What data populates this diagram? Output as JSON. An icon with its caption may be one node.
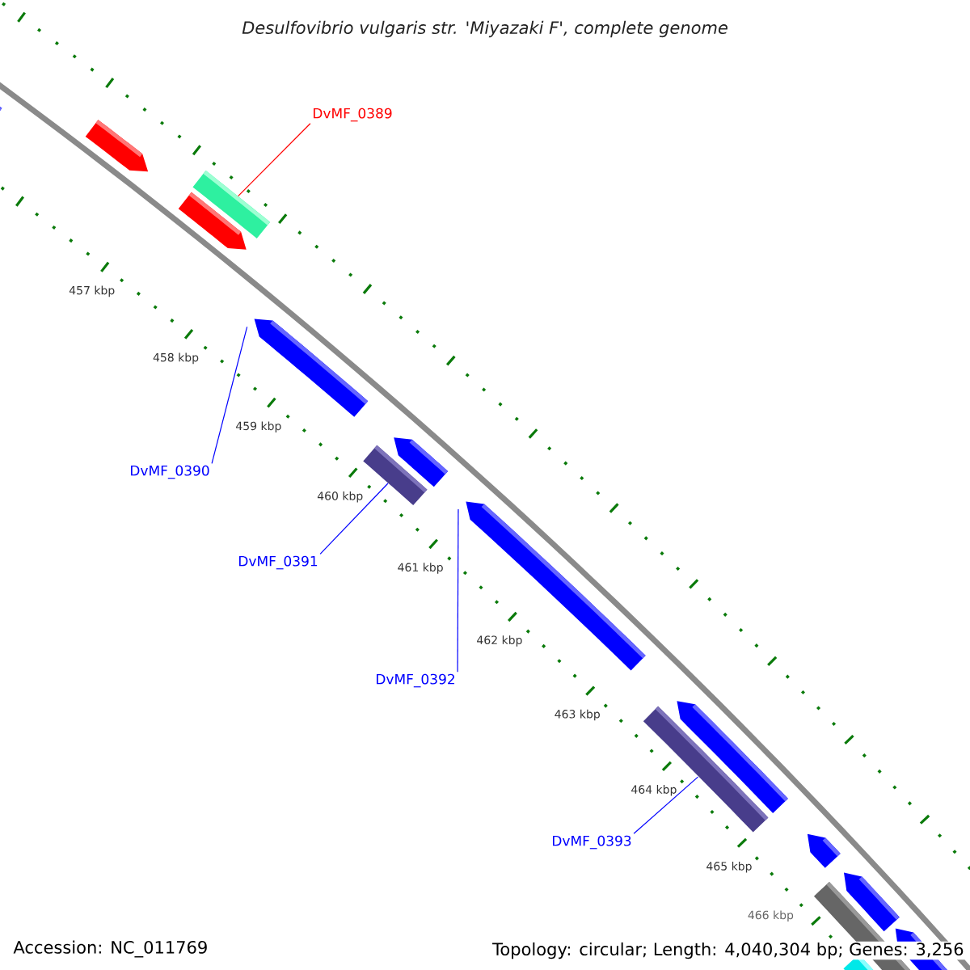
{
  "diagram": {
    "title": "Desulfovibrio vulgaris str. 'Miyazaki F', complete genome",
    "nodes": [
      {
        "text": [
          "DvMF_0389"
        ]
      },
      {
        "text": [],
        "shape": "bar"
      },
      {
        "text": [
          "DvMF_0390"
        ]
      },
      {
        "text": [],
        "shape": "arrow"
      },
      {
        "text": [
          "DvMF_0391"
        ]
      },
      {
        "text": [],
        "shape": "bar"
      },
      {
        "text": [
          "DvMF_0392"
        ]
      },
      {
        "text": [],
        "shape": "arrow"
      },
      {
        "text": [
          "DvMF_0393"
        ]
      },
      {
        "text": [],
        "shape": "bar"
      }
    ],
    "edges": [
      {
        "from": 0,
        "to": 1,
        "arrow": "none",
        "color": "#ff0000"
      },
      {
        "from": 2,
        "to": 3,
        "arrow": "none"
      },
      {
        "from": 4,
        "to": 5,
        "arrow": "none"
      },
      {
        "from": 6,
        "to": 7,
        "arrow": "none"
      },
      {
        "from": 8,
        "to": 9,
        "arrow": "none"
      }
    ],
    "labels": [
      "457 kbp",
      "458 kbp",
      "459 kbp",
      "460 kbp",
      "461 kbp",
      "462 kbp",
      "463 kbp",
      "464 kbp",
      "465 kbp",
      "466 kbp",
      "Accession: NC_011769",
      "Topology: circular; Length: 4,040,304 bp; Genes: 3,256"
    ]
  }
}
